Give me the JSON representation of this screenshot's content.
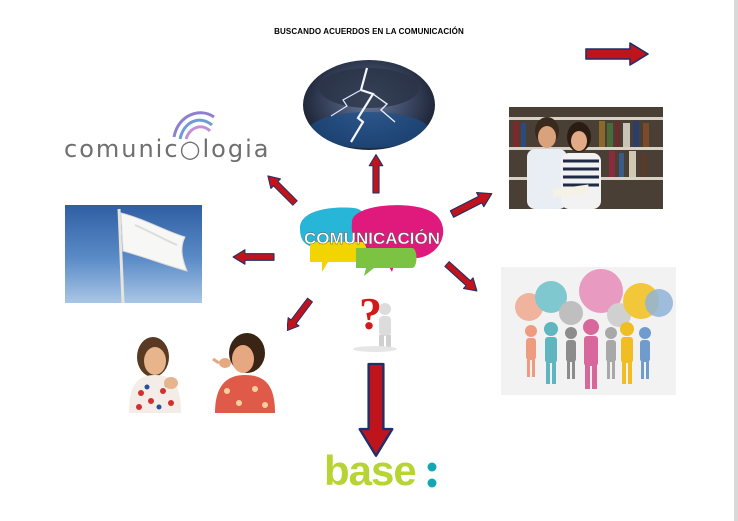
{
  "title": "BUSCANDO ACUERDOS EN LA COMUNICACIÓN",
  "center": {
    "label": "COMUNICACIÓN",
    "symbol": "?"
  },
  "logos": {
    "comunicologia": "comunic○logia",
    "base": "base"
  },
  "colors": {
    "arrow_fill": "#c0141c",
    "arrow_stroke": "#1f2f6b",
    "bubble_cyan": "#27b5d8",
    "bubble_magenta": "#e0197d",
    "bubble_yellow": "#f2d400",
    "bubble_green": "#7cc243",
    "base_green": "#b8d432",
    "base_teal": "#16a7b5"
  }
}
